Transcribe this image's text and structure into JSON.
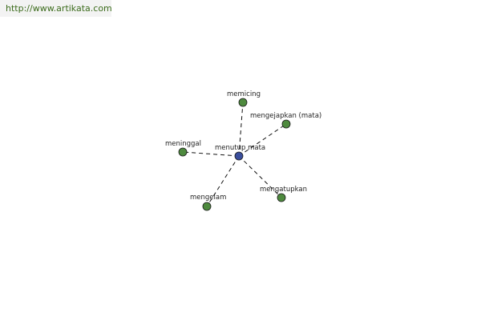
{
  "watermark": {
    "text": "http://www.artikata.com"
  },
  "graph": {
    "center": {
      "label": "menutup mata",
      "color": "#3a4e9c"
    },
    "leaf_color": "#4e8a3e",
    "leaves": [
      {
        "label": "memicing"
      },
      {
        "label": "mengejapkan (mata)"
      },
      {
        "label": "meninggal"
      },
      {
        "label": "mengatupkan"
      },
      {
        "label": "mengelam"
      }
    ]
  }
}
